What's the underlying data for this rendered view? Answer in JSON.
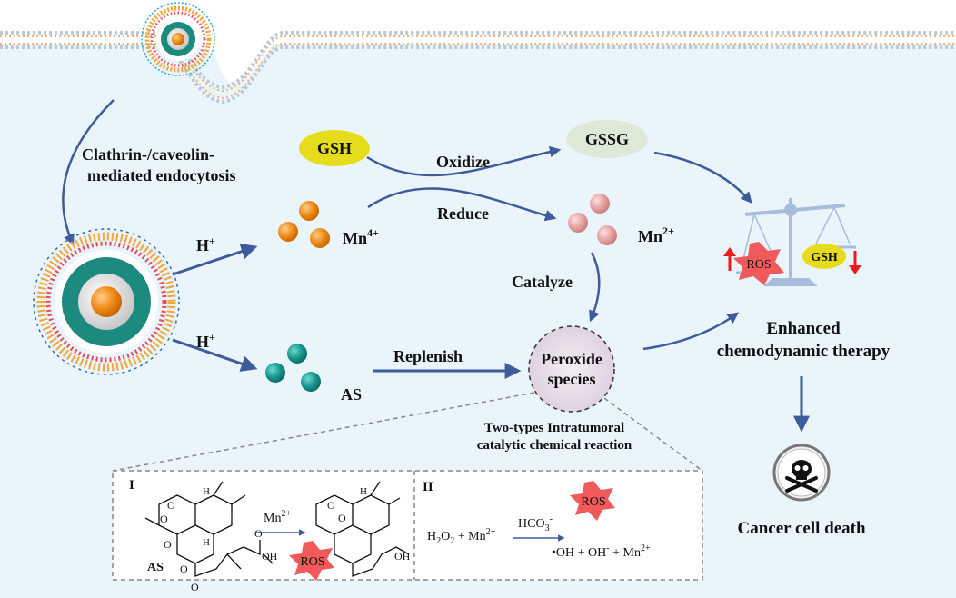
{
  "labels": {
    "endocytosis_line1": "Clathrin-/caveolin-",
    "endocytosis_line2": "mediated endocytosis",
    "h_plus_top": "H",
    "h_plus_bottom": "H",
    "plus": "+",
    "gsh": "GSH",
    "gssg": "GSSG",
    "oxidize": "Oxidize",
    "reduce": "Reduce",
    "mn4": "Mn",
    "mn4_charge": "4+",
    "mn2": "Mn",
    "mn2_charge": "2+",
    "catalyze": "Catalyze",
    "as": "AS",
    "replenish": "Replenish",
    "peroxide_line1": "Peroxide",
    "peroxide_line2": "species",
    "two_types_line1": "Two-types Intratumoral",
    "two_types_line2": "catalytic chemical reaction",
    "enhanced_line1": "Enhanced",
    "enhanced_line2": "chemodynamic therapy",
    "cancer_death": "Cancer cell death",
    "ros_balance": "ROS",
    "gsh_balance": "GSH"
  },
  "reaction_box": {
    "panel_i": "I",
    "panel_ii": "II",
    "as_label": "AS",
    "mn2_label": "Mn",
    "mn2_charge": "2+",
    "ros_i": "ROS",
    "ros_ii": "ROS",
    "h2o2": "H",
    "h2o2_sub1": "2",
    "h2o2_o": "O",
    "h2o2_sub2": "2",
    "plus_mn": " + Mn",
    "plus_mn_charge": "2+",
    "hco3": "HCO",
    "hco3_sub": "3",
    "hco3_charge": "-",
    "products_1": "•OH + OH",
    "products_charge": "-",
    "products_2": " + Mn",
    "products_charge2": "2+"
  },
  "colors": {
    "cell_bg": "#eaf4fb",
    "arrow": "#3f5b9c",
    "gsh_yellow": "#e5dc1c",
    "gssg_green": "#dde9d6",
    "mn4_orange": "#ef8a15",
    "mn2_pink": "#e6a3a3",
    "as_teal": "#18988f",
    "peroxide_fill": "#e7dce8",
    "ros_red": "#f05a5a",
    "balance_blue": "#a8bcdc"
  }
}
